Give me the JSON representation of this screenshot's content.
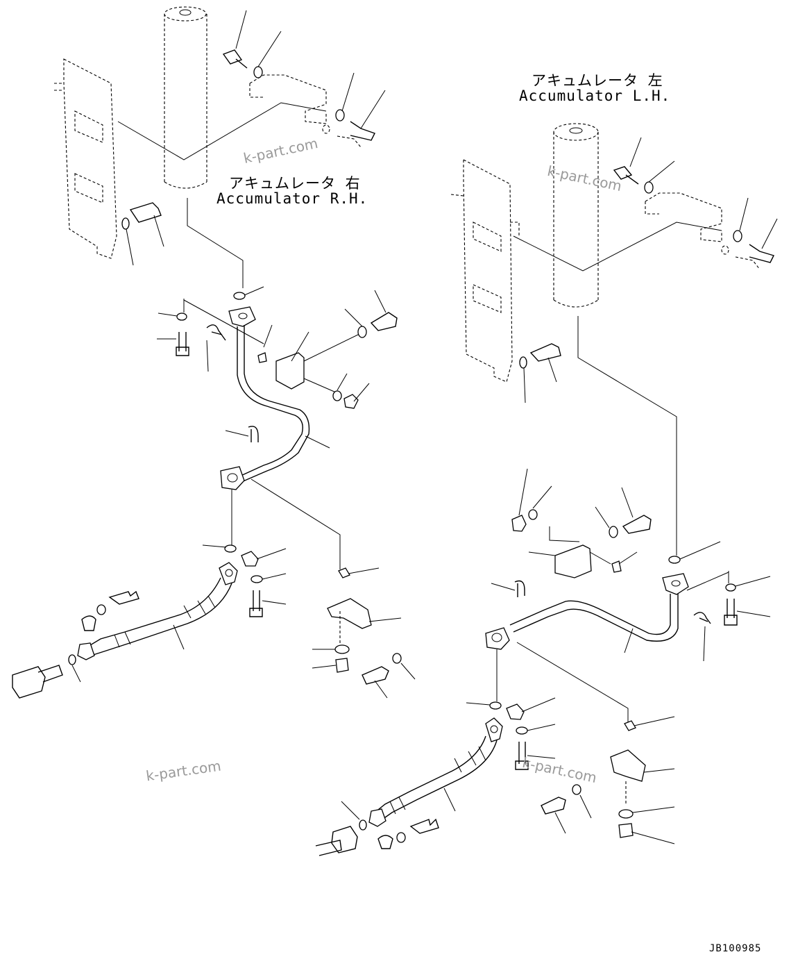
{
  "labels": {
    "right_jp": "アキュムレータ 右",
    "right_en": "Accumulator R.H.",
    "left_jp": "アキュムレータ 左",
    "left_en": "Accumulator L.H."
  },
  "watermark": "k-part.com",
  "drawing_code": "JB100985"
}
